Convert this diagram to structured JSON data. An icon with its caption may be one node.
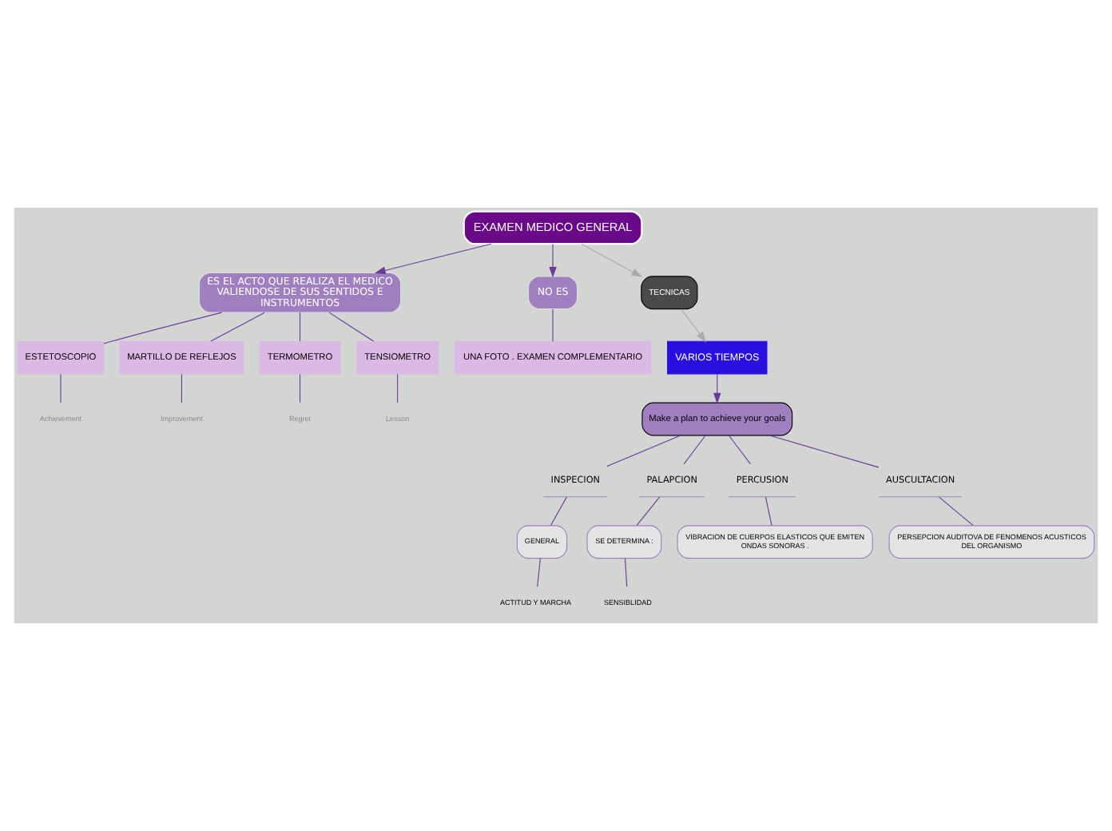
{
  "diagram": {
    "nodes": [
      {
        "text": [
          "EXAMEN MEDICO GENERAL"
        ]
      },
      {
        "text": [
          "ES EL ACTO QUE REALIZA EL MEDICO VALIENDOSE DE SUS SENTIDOS E INSTRUMENTOS"
        ]
      },
      {
        "text": [
          "NO ES"
        ]
      },
      {
        "text": [
          "UNA FOTO . EXAMEN COMPLEMENTARIO"
        ]
      },
      {
        "text": [
          "ESTETOSCOPIO"
        ]
      },
      {
        "text": [
          "MARTILLO DE REFLEJOS"
        ]
      },
      {
        "text": [
          "TERMOMETRO"
        ]
      },
      {
        "text": [
          "TENSIOMETRO"
        ]
      },
      {
        "text": [
          "Achievement"
        ]
      },
      {
        "text": [
          "Improvement"
        ]
      },
      {
        "text": [
          "Regret"
        ]
      },
      {
        "text": [
          "Lesson"
        ]
      },
      {
        "text": [
          "TECNICAS"
        ]
      },
      {
        "text": [
          "VARIOS TIEMPOS"
        ]
      },
      {
        "text": [
          "Make a plan to achieve your goals"
        ]
      },
      {
        "text": [
          "INSPECION"
        ]
      },
      {
        "text": [
          "PALAPCION"
        ]
      },
      {
        "text": [
          "PERCUSION"
        ]
      },
      {
        "text": [
          "AUSCULTACION"
        ]
      },
      {
        "text": [
          "GENERAL"
        ]
      },
      {
        "text": [
          "SE DETERMINA :"
        ]
      },
      {
        "text": [
          "VIBRACION DE CUERPOS ELASTICOS QUE EMITEN ONDAS SONORAS ."
        ]
      },
      {
        "text": [
          "PERSEPCION AUDITOVA DE FENOMENOS ACUSTICOS DEL ORGANISMO"
        ]
      },
      {
        "text": [
          "ACTITUD Y MARCHA"
        ]
      },
      {
        "text": [
          "SENSIBLIDAD"
        ]
      }
    ],
    "edges": [
      {
        "from": 0,
        "to": 1,
        "arrow": "to"
      },
      {
        "from": 0,
        "to": 2,
        "arrow": "to"
      },
      {
        "from": 2,
        "to": 3,
        "arrow": "none"
      },
      {
        "from": 1,
        "to": 4,
        "arrow": "none"
      },
      {
        "from": 1,
        "to": 5,
        "arrow": "none"
      },
      {
        "from": 1,
        "to": 6,
        "arrow": "none"
      },
      {
        "from": 1,
        "to": 7,
        "arrow": "none"
      },
      {
        "from": 4,
        "to": 8,
        "arrow": "none"
      },
      {
        "from": 5,
        "to": 9,
        "arrow": "none"
      },
      {
        "from": 6,
        "to": 10,
        "arrow": "none"
      },
      {
        "from": 7,
        "to": 11,
        "arrow": "none"
      },
      {
        "from": 0,
        "to": 12,
        "arrow": "to",
        "color": "#aaaaaa"
      },
      {
        "from": 12,
        "to": 13,
        "arrow": "to",
        "color": "#aaaaaa"
      },
      {
        "from": 13,
        "to": 14,
        "arrow": "to"
      },
      {
        "from": 14,
        "to": 15,
        "arrow": "none"
      },
      {
        "from": 14,
        "to": 16,
        "arrow": "none"
      },
      {
        "from": 14,
        "to": 17,
        "arrow": "none"
      },
      {
        "from": 14,
        "to": 18,
        "arrow": "none"
      },
      {
        "from": 15,
        "to": 19,
        "arrow": "none"
      },
      {
        "from": 16,
        "to": 20,
        "arrow": "none"
      },
      {
        "from": 17,
        "to": 21,
        "arrow": "none"
      },
      {
        "from": 18,
        "to": 22,
        "arrow": "none"
      },
      {
        "from": 19,
        "to": 23,
        "arrow": "none"
      },
      {
        "from": 20,
        "to": 24,
        "arrow": "none"
      }
    ]
  }
}
